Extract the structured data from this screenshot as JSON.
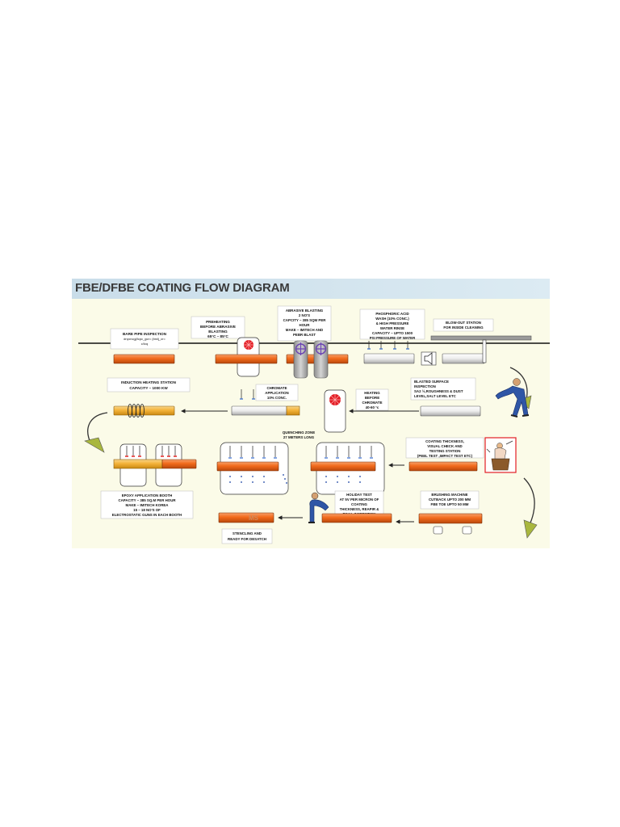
{
  "title": "FBE/DFBE COATING FLOW DIAGRAM",
  "labels": {
    "bare_pipe": [
      "BARE PIPE INSPECTION",
      "dnp•ncgj/Icpc_gcr= (bnılj_cr=",
      "c/Icq"
    ],
    "preheating": [
      "PREHEATING",
      "BEFORE  ABRASIVE",
      "BLASTING",
      "65°C – 85°C"
    ],
    "abrasive": [
      "ABRASIVE BLASTING",
      "2 NO'S",
      "CAPCITY – 385 SQM PER",
      "HOUR",
      "MAKE – IMITECH AND",
      "PEBR BLAST"
    ],
    "phosphoric": [
      "PHOSPHORIC ACID",
      "WASH (10% CONC.)",
      "& HIGH PRESSURE",
      "WATER RINSE",
      "CAPACITY – UPTO  1500",
      "PSI PRESSURE OF WATER"
    ],
    "blowout": [
      "BLOW-OUT STATION",
      "FOR INSIDE CLEANING"
    ],
    "induction": [
      "INDUCTION HEATING STATION",
      "CAPACITY – 1000 KW"
    ],
    "chromate": [
      "CHROMATE",
      "APPLICATION",
      "10% CONC."
    ],
    "heating": [
      "HEATING",
      "BEFORE",
      "CHROMATE",
      "40-60 °c"
    ],
    "blasted": [
      "BLASTED SURFACE",
      "INSPECTION",
      "SA2 ½,ROUGHNESS & DUST",
      "LEVEL,SALT LEVEL ETC"
    ],
    "quenching": [
      "QUENCHING ZONE",
      "27 METERS LONG"
    ],
    "thickness": [
      "COATING THICKNESS,",
      "VISUAL CHECK AND",
      "TESTING STATION",
      "(PEEL TEST ,IMPACT TEST ETC)"
    ],
    "epoxy": [
      "EPOXY APPLICATION BOOTH",
      "CAPACITY – 385 SQ.M PER HOUR",
      "MAKE – IMITECH KOREA",
      "15 – 18 NO'S OF",
      "ELECTROSTATIC GUNS IN EACH BOOTH"
    ],
    "holiday": [
      "HOLIDAY TEST",
      "AT 5V PER MICRON OF",
      "COATING",
      "THICKNESS, REAPIR &",
      "FINAL INSPECTION"
    ],
    "brushing": [
      "BRUSHING MACHINE",
      "CUTBACK UPTO 200 MM",
      "FBE TOE UPTO 50 MM"
    ],
    "stenciling": [
      "STENCLING AND",
      "READY FOR DESATCH"
    ]
  },
  "stencil_mark": "MS",
  "colors": {
    "pipe_orange": "#f26a1b",
    "pipe_yellow": "#f4b33a",
    "blast_purple": "#6b44b2",
    "arrow_olive": "#9fae3b",
    "burner_red": "#e21e26",
    "worker_blue": "#2f56a6",
    "canvas_bg": "#fbfbe8",
    "title_bg": "#d2e4ee"
  }
}
